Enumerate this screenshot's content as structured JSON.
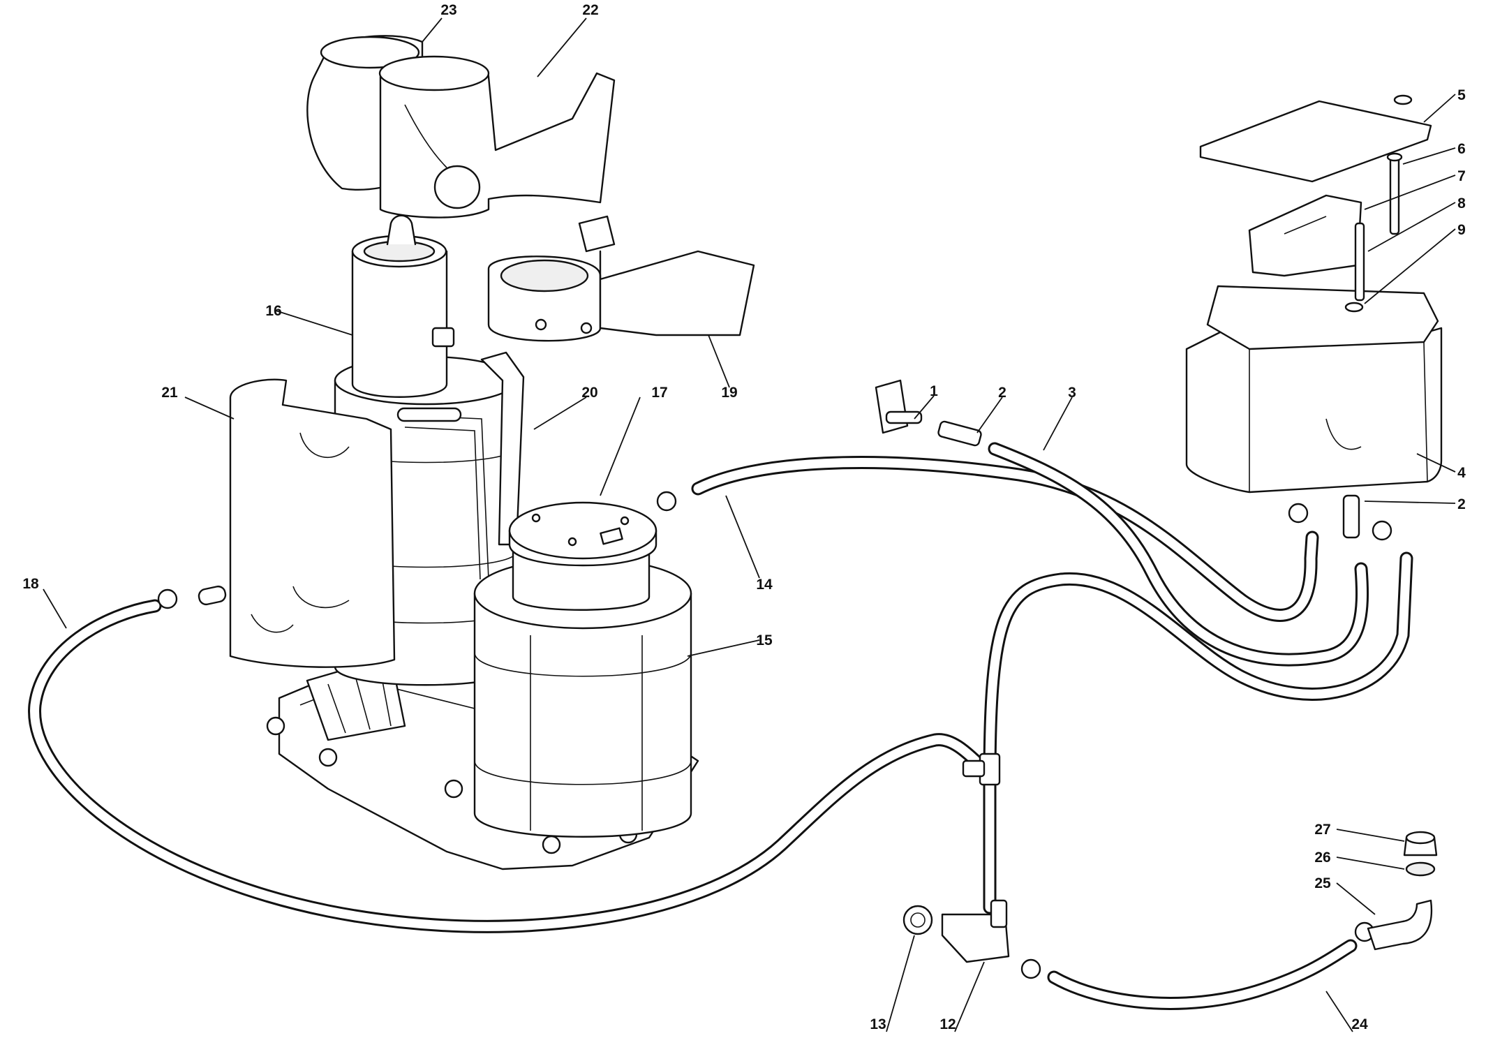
{
  "diagram": {
    "callouts": {
      "c1": "1",
      "c2a": "2",
      "c3": "3",
      "c4": "4",
      "c2b": "2",
      "c5": "5",
      "c6": "6",
      "c7": "7",
      "c8": "8",
      "c9": "9",
      "c12": "12",
      "c13": "13",
      "c14": "14",
      "c15": "15",
      "c16": "16",
      "c17": "17",
      "c18": "18",
      "c19": "19",
      "c20": "20",
      "c21": "21",
      "c22": "22",
      "c23": "23",
      "c24": "24",
      "c25": "25",
      "c26": "26",
      "c27": "27"
    }
  }
}
